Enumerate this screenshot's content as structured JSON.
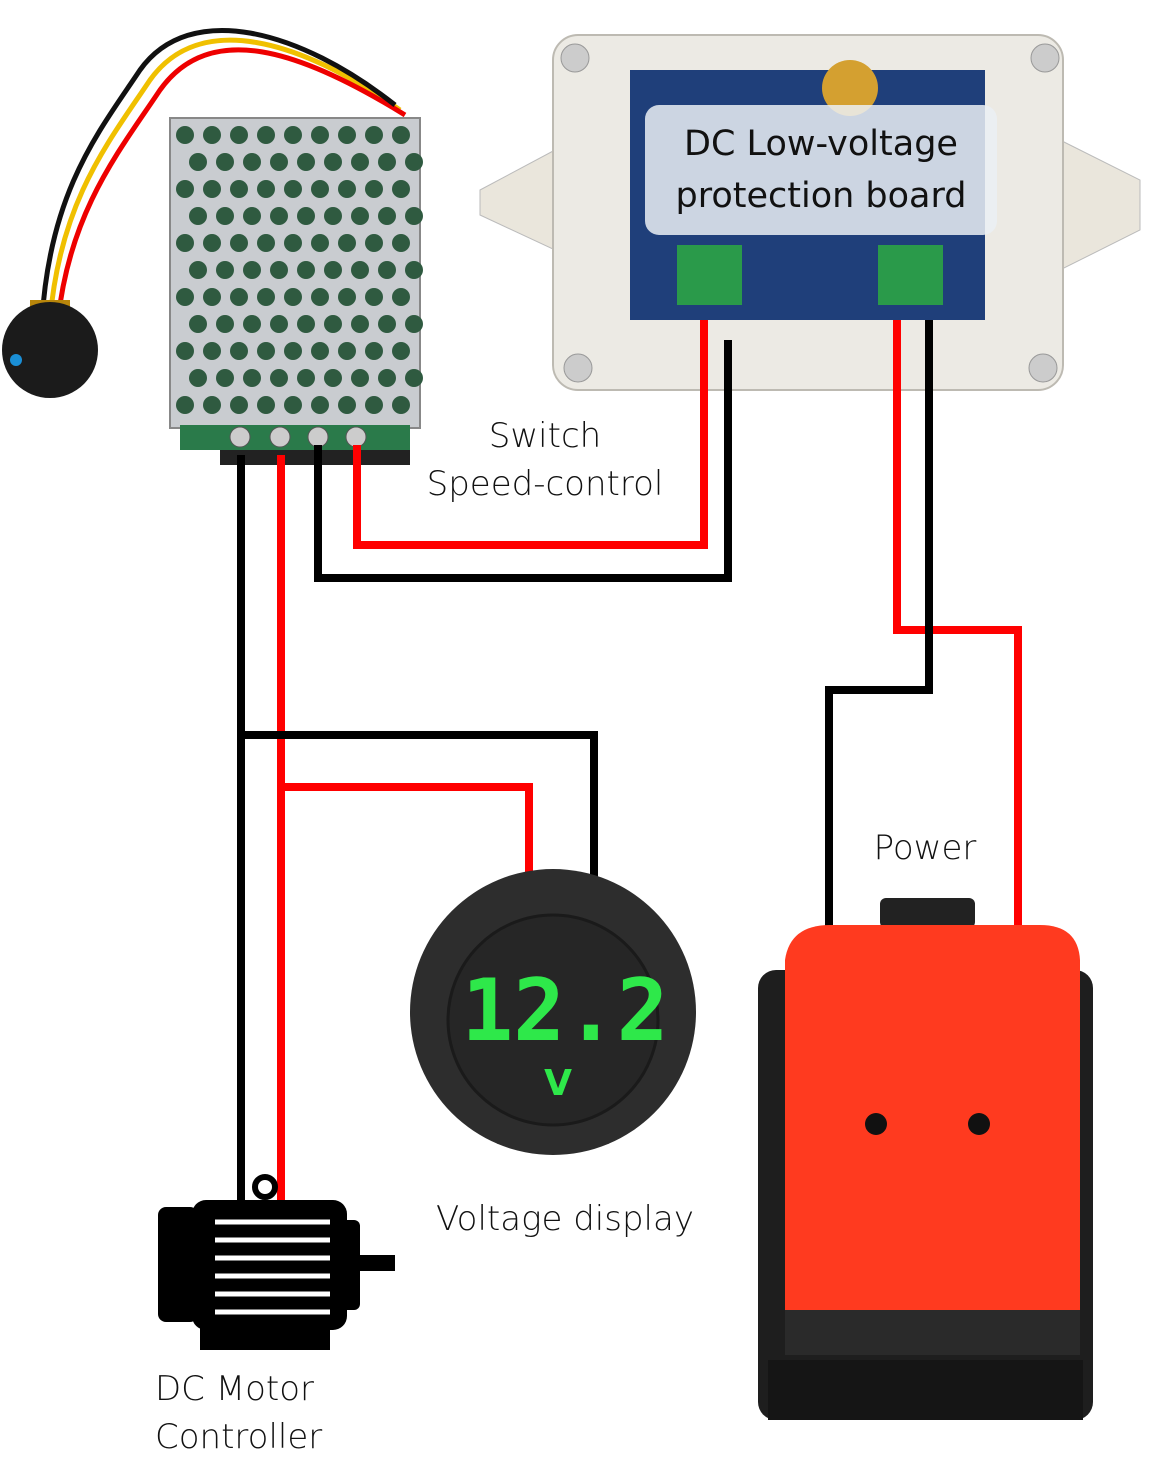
{
  "labels": {
    "protection_board": [
      "DC Low-voltage",
      "protection board"
    ],
    "switch_speed": [
      "Switch",
      "Speed-control"
    ],
    "power": "Power",
    "voltage_display": "Voltage display",
    "motor_controller": [
      "DC Motor",
      "Controller"
    ]
  },
  "voltage_display_reading": "12.2",
  "voltage_unit": "V",
  "colors": {
    "positive_wire": "#ff0000",
    "negative_wire": "#000000",
    "display_digits": "#2ee84a",
    "battery": "#ff3a1f"
  }
}
